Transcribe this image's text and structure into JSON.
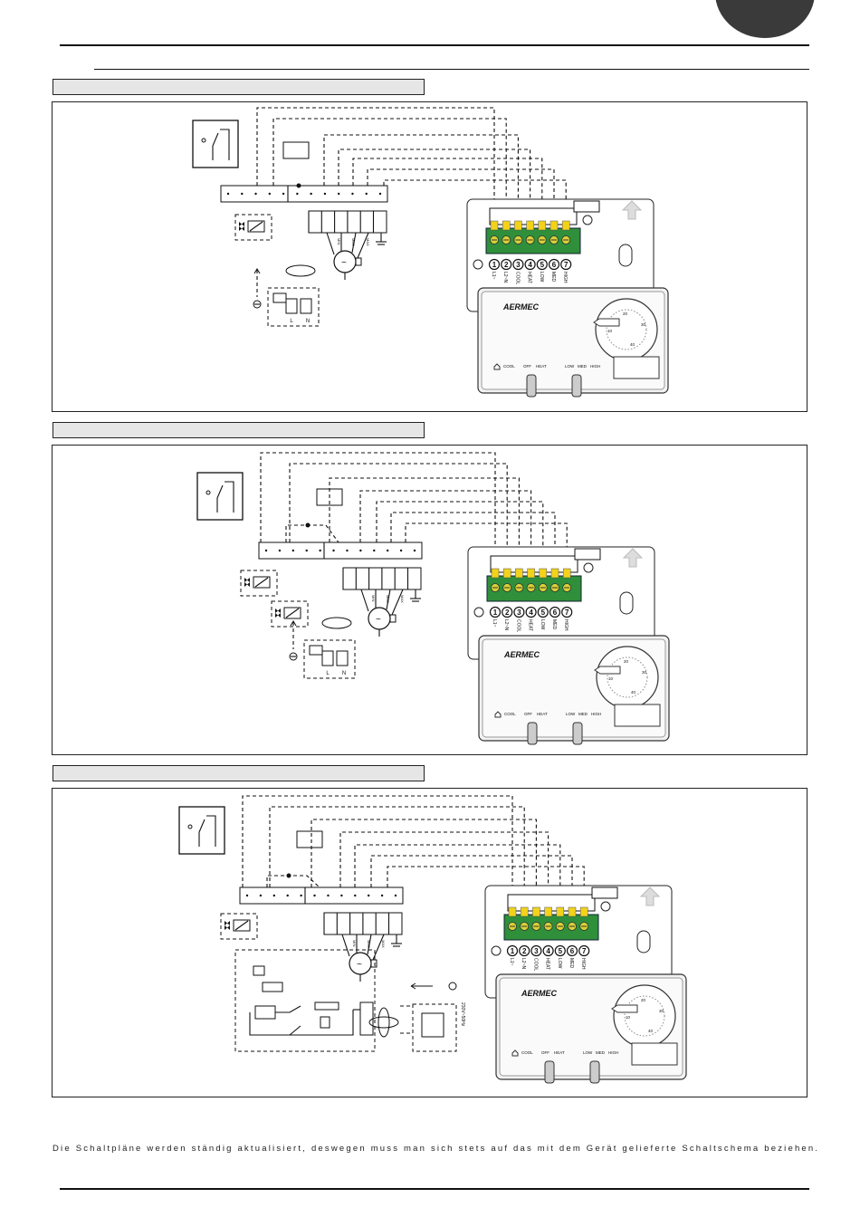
{
  "page": {
    "footnote": "Die Schaltpläne werden ständig aktualisiert, deswegen muss man sich stets auf das mit dem Gerät gelieferte Schaltschema beziehen."
  },
  "thermostat": {
    "brand": "AERMEC",
    "terminal_numbers": [
      "1",
      "2",
      "3",
      "4",
      "5",
      "6",
      "7"
    ],
    "terminal_labels": [
      "L1~",
      "L2~N",
      "COOL",
      "HEAT",
      "LOW",
      "MED",
      "HIGH"
    ],
    "mode_labels": [
      "COOL",
      "OFF",
      "HEAT"
    ],
    "speed_labels": [
      "LOW",
      "MED",
      "HIGH"
    ],
    "dial_labels": [
      "10",
      "20",
      "30",
      "40"
    ]
  },
  "motor_terminal_labels": [
    "MIN",
    "MED",
    "MAX"
  ],
  "supply_labels": [
    "L",
    "N"
  ],
  "supply_voltage": "230V~50Hz",
  "colors": {
    "terminal_green": "#2f8f3a",
    "wire_yellow": "#f2d21b",
    "tab_dark": "#3a3a3a"
  }
}
